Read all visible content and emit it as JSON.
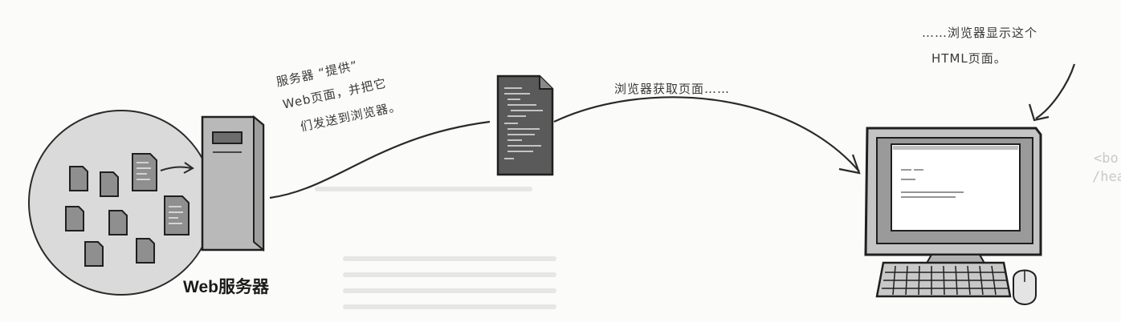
{
  "labels": {
    "server_caption": "Web服务器",
    "server_serves_line1": "服务器 “提供”",
    "server_serves_line2": "Web页面，并把它",
    "server_serves_line3": "们发送到浏览器。",
    "browser_gets": "浏览器获取页面……",
    "browser_displays_line1": "……浏览器显示这个",
    "browser_displays_line2": "HTML页面。"
  },
  "background_fragments": {
    "frag1": "<bo",
    "frag2": "/head"
  },
  "colors": {
    "ink": "#2a2a2a",
    "circle_fill": "#dadada",
    "server_fill": "#b9b9b9",
    "screen_fill": "#ffffff",
    "accent": "#8a6b3c"
  }
}
